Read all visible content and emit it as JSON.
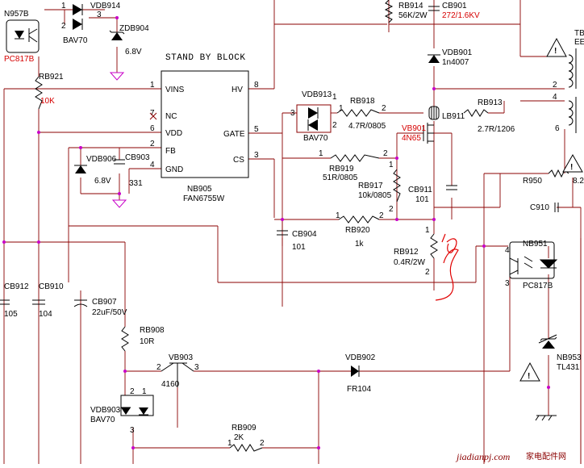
{
  "labels": {
    "n957b": "N957B",
    "pc817b_top": "PC817B",
    "vdb914": "VDB914",
    "bav70_top": "BAV70",
    "zdb904": "ZDB904",
    "zdb904_v": "6.8V",
    "rb921": "RB921",
    "rb921_v": "10K",
    "block_title": "STAND BY BLOCK",
    "vins": "VINS",
    "nc": "NC",
    "vdd": "VDD",
    "fb": "FB",
    "gnd": "GND",
    "hv": "HV",
    "gate": "GATE",
    "cs": "CS",
    "nb905": "NB905",
    "fan6755w": "FAN6755W",
    "vdb906": "VDB906",
    "vdb906_v": "6.8V",
    "cb903": "CB903",
    "cb903_v": "331",
    "rb914": "RB914",
    "rb914_v": "56K/2W",
    "cb901": "CB901",
    "cb901_v": "272/1.6KV",
    "vdb901": "VDB901",
    "vdb901_v": "1n4007",
    "vdb913": "VDB913",
    "bav70_mid": "BAV70",
    "rb918": "RB918",
    "rb918_v": "4.7R/0805",
    "vb901": "VB901",
    "vb901_v": "4N65",
    "lb911": "LB911",
    "rb913": "RB913",
    "rb913_v": "2.7R/1206",
    "tb": "TB",
    "ee": "EE",
    "rb919": "RB919",
    "rb919_v": "51R/0805",
    "rb917": "RB917",
    "rb917_v": "10k/0805",
    "cb911": "CB911",
    "cb911_v": "101",
    "r950": "R950",
    "r950_v": "8.2",
    "c910": "C910",
    "rb920": "RB920",
    "rb920_v": "1k",
    "cb904": "CB904",
    "cb904_v": "101",
    "rb912": "RB912",
    "rb912_v": "0.4R/2W",
    "nb951": "NB951",
    "pc817b_right": "PC817B",
    "cb912": "CB912",
    "cb912_v": "105",
    "cb910": "CB910",
    "cb910_v": "104",
    "cb907": "CB907",
    "cb907_v": "22uF/50V",
    "rb908": "RB908",
    "rb908_v": "10R",
    "vb903": "VB903",
    "vb903_v": "4160",
    "vdb902": "VDB902",
    "vdb902_v": "FR104",
    "nb953": "NB953",
    "nb953_v": "TL431",
    "vdb903": "VDB903",
    "bav70_bot": "BAV70",
    "rb909": "RB909",
    "rb909_v": "2K",
    "watermark": "jiadianpj.com",
    "watermark_cn": "家电配件网"
  },
  "pins": {
    "p1": "1",
    "p2": "2",
    "p3": "3",
    "p4": "4",
    "p5": "5",
    "p6": "6",
    "p7": "7",
    "p8": "8"
  },
  "colors": {
    "component": "#000000",
    "wire": "#8b0000",
    "node": "#c800c8",
    "highlight": "#d60000",
    "annotation": "#e00000"
  }
}
